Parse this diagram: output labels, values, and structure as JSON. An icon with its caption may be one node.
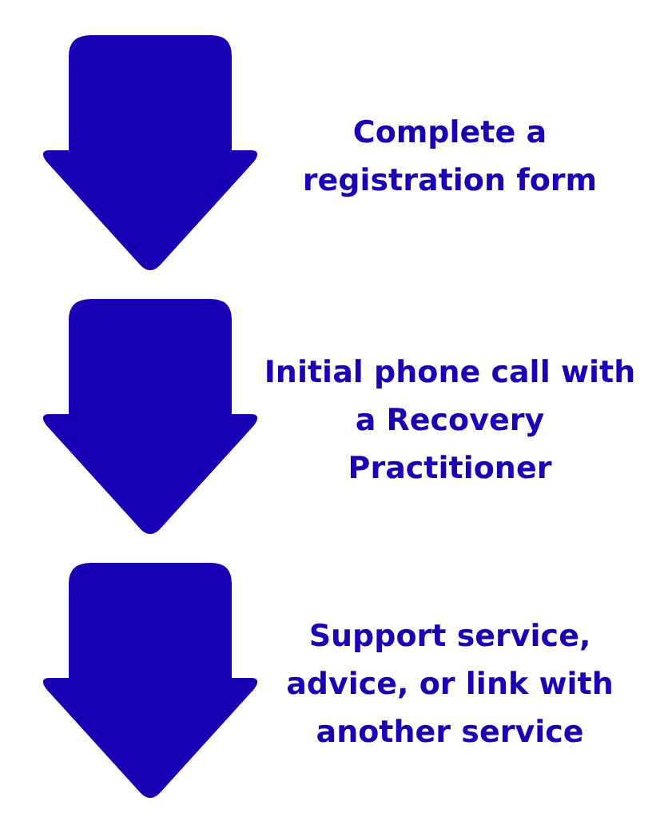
{
  "diagram": {
    "nodes": [
      {
        "text": [],
        "shape": "arrow",
        "beside": [
          "Complete a registration form"
        ]
      },
      {
        "text": [],
        "shape": "arrow",
        "beside": [
          "Initial phone call with a Recovery Practitioner"
        ]
      },
      {
        "text": [],
        "shape": "arrow",
        "beside": [
          "Support service, advice, or link with another service"
        ]
      }
    ]
  }
}
